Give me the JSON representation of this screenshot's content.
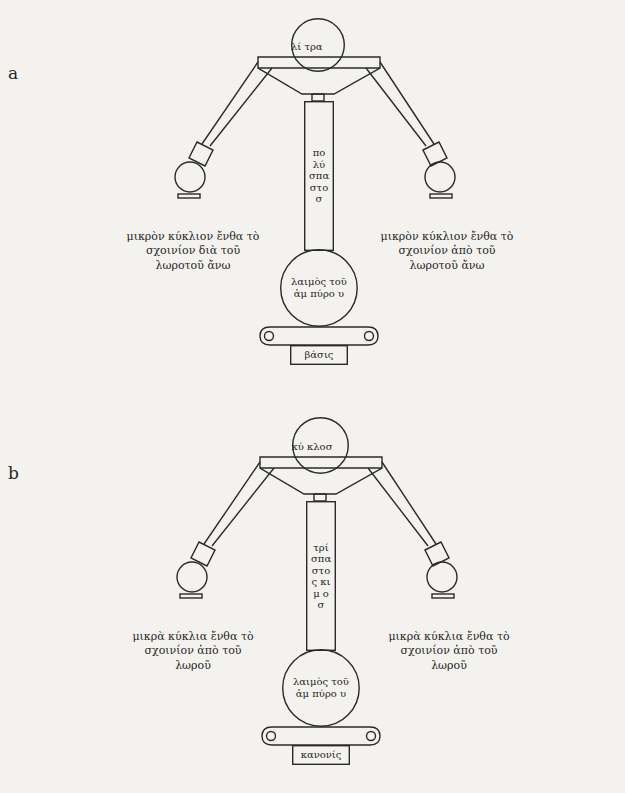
{
  "diagram": {
    "nodes": [
      {
        "text": [
          "λί τρα"
        ]
      },
      {
        "text": [
          "πο λύ σπα στο σ"
        ]
      },
      {
        "text": [
          "λαιμὸς τοῦ ἀμ πύρο υ"
        ]
      },
      {
        "text": [
          "βάσις"
        ]
      },
      {
        "text": [
          "κύ κλοσ"
        ]
      },
      {
        "text": [
          "τρί σπα στο ς κι μ ο σ"
        ]
      },
      {
        "text": [
          "λαιμὸς τοῦ ἀμ πύρο υ"
        ]
      },
      {
        "text": [
          "κανονίς"
        ]
      }
    ],
    "labels": [
      "a",
      "μικρὸν κύκλιον ἔνθα τὸ σχοινίον διὰ τοῦ λωροτοῦ ἄνω",
      "μικρὸν κύκλιον ἔνθα τὸ σχοινίον ἀπὸ τοῦ λωροτοῦ ἄνω",
      "b",
      "μικρὰ κύκλια ἔνθα τὸ σχοινίον ἀπὸ τοῦ λωροῦ",
      "μικρὰ κύκλια ἔνθα τὸ σχοινίον ἀπὸ τοῦ λωροῦ"
    ]
  }
}
